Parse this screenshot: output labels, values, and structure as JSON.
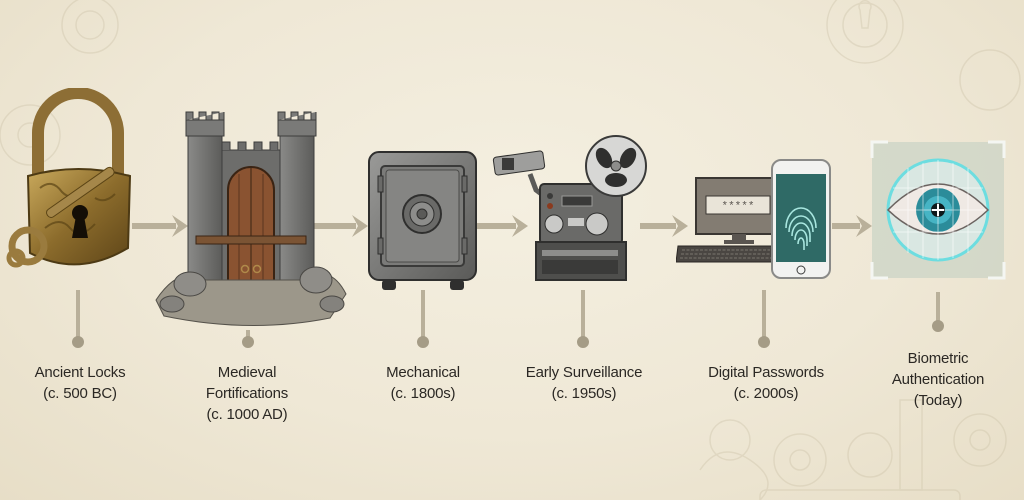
{
  "diagram": {
    "type": "timeline",
    "title": "",
    "background_color": "#efe8d6",
    "arrow_color": "#b9b09a",
    "text_color": "#2b2824",
    "stages": [
      {
        "id": "ancient-locks",
        "title_lines": [
          "Ancient Locks"
        ],
        "date": "(c. 500 BC)",
        "icon": "padlock-key-icon"
      },
      {
        "id": "medieval-fortifications",
        "title_lines": [
          "Medieval",
          "Fortifications"
        ],
        "date": "(c. 1000 AD)",
        "icon": "castle-gate-icon"
      },
      {
        "id": "mechanical",
        "title_lines": [
          "Mechanical"
        ],
        "date": "(c. 1800s)",
        "icon": "safe-icon"
      },
      {
        "id": "early-surveillance",
        "title_lines": [
          "Early Surveillance"
        ],
        "date": "(c. 1950s)",
        "icon": "cctv-reel-recorder-icon"
      },
      {
        "id": "digital-passwords",
        "title_lines": [
          "Digital Passwords"
        ],
        "date": "(c. 2000s)",
        "icon": "computer-phone-fingerprint-icon"
      },
      {
        "id": "biometric-authentication",
        "title_lines": [
          "Biometric",
          "Authentication"
        ],
        "date": "(Today)",
        "icon": "eye-scan-icon"
      }
    ],
    "connections": [
      {
        "from": "ancient-locks",
        "to": "medieval-fortifications"
      },
      {
        "from": "medieval-fortifications",
        "to": "mechanical"
      },
      {
        "from": "mechanical",
        "to": "early-surveillance"
      },
      {
        "from": "early-surveillance",
        "to": "digital-passwords"
      },
      {
        "from": "digital-passwords",
        "to": "biometric-authentication"
      }
    ],
    "password_field_mask": "*****"
  }
}
